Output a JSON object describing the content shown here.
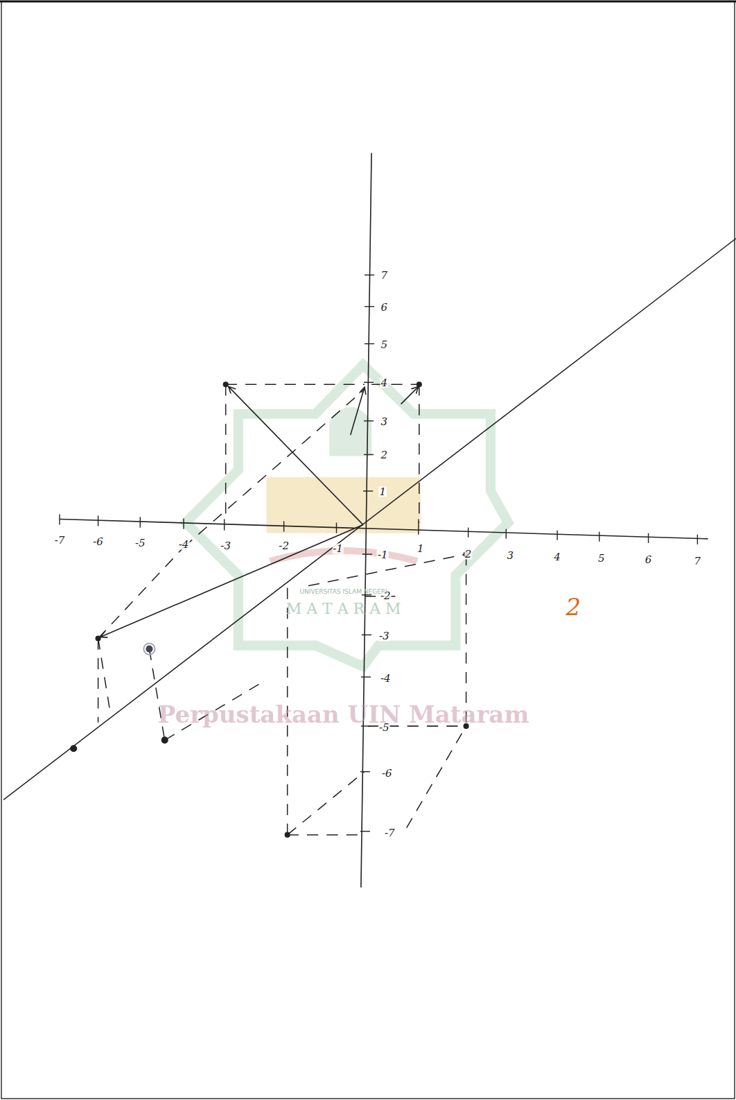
{
  "diagram": {
    "labels": [
      "-7",
      "-6",
      "-5",
      "-4",
      "-3",
      "-2",
      "-1",
      "1",
      "2",
      "3",
      "4",
      "5",
      "6",
      "7",
      "7",
      "6",
      "5",
      "4",
      "3",
      "2",
      "1",
      "-1",
      "-2",
      "-3",
      "-4",
      "-5",
      "-6",
      "-7",
      "2",
      "UNIVERSITAS ISLAM NEGERI",
      "M A T A R A M",
      "Perpustakaan UIN Mataram"
    ]
  }
}
